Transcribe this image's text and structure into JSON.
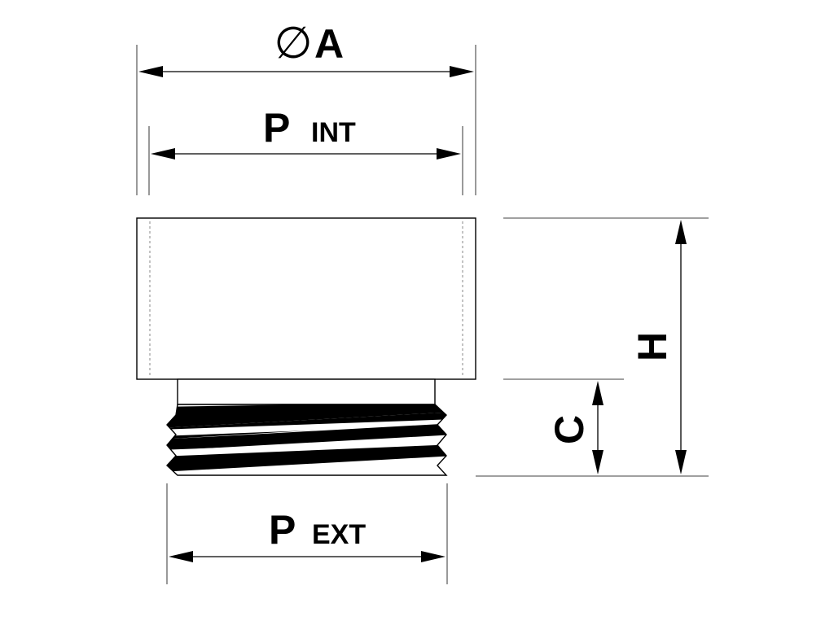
{
  "diagram": {
    "dimensions": {
      "diameter": {
        "symbol": "∅",
        "letter": "A"
      },
      "p_int": {
        "letter": "P",
        "subscript": "INT"
      },
      "p_ext": {
        "letter": "P",
        "subscript": "EXT"
      },
      "height": {
        "letter": "H"
      },
      "c": {
        "letter": "C"
      }
    }
  }
}
